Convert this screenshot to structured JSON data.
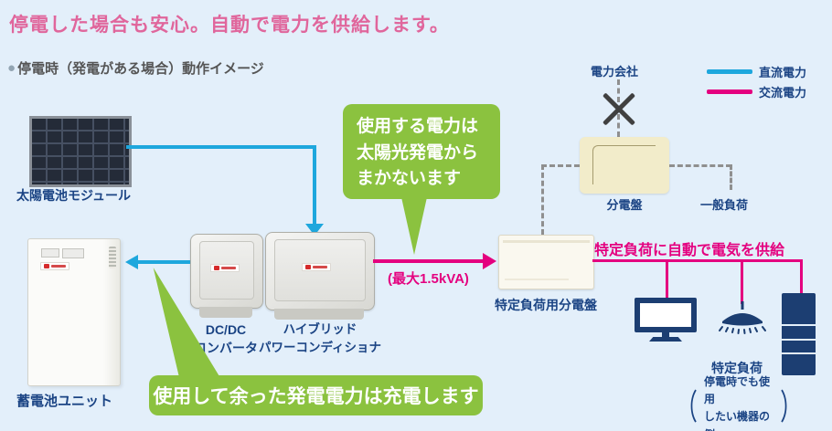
{
  "title": "停電した場合も安心。自動で電力を供給します。",
  "subtitle": {
    "bullet": "●",
    "text": "停電時（発電がある場合）動作イメージ"
  },
  "legend": {
    "dc_label": "直流電力",
    "ac_label": "交流電力",
    "dc_color": "#1ea7dd",
    "ac_color": "#e4007f"
  },
  "grid": {
    "company": "電力会社",
    "board_label": "分電盤",
    "general_load": "一般負荷"
  },
  "solar": {
    "label": "太陽電池モジュール"
  },
  "battery": {
    "label": "蓄電池ユニット"
  },
  "converter": {
    "label": "DC/DC\nコンバータ"
  },
  "conditioner": {
    "label": "ハイブリッド\nパワーコンディショナ"
  },
  "callout_top": {
    "text": "使用する電力は\n太陽光発電から\nまかないます",
    "color": "#8bc23f"
  },
  "callout_bottom": {
    "text": "使用して余った発電電力は充電します"
  },
  "output": {
    "max_label": "(最大1.5kVA)"
  },
  "specific_board": {
    "label": "特定負荷用分電盤"
  },
  "supply_note": "特定負荷に自動で電気を供給",
  "specific_load": {
    "title": "特定負荷",
    "paren_open": "（",
    "note": "停電時でも使用\nしたい機器の例",
    "paren_close": "）"
  }
}
